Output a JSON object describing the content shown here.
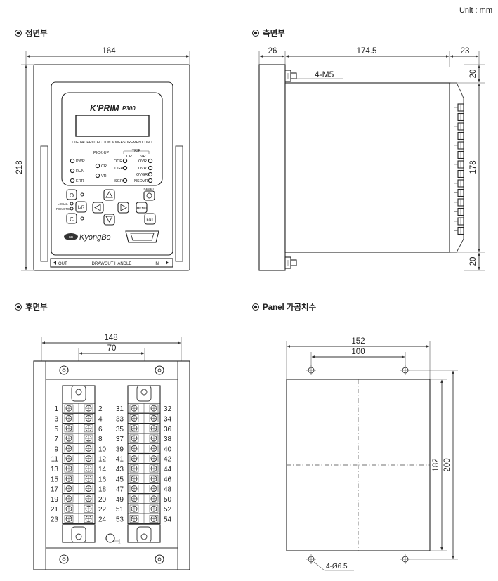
{
  "unit_label": "Unit : mm",
  "sections": {
    "front": {
      "title": "정면부"
    },
    "side": {
      "title": "측면부"
    },
    "rear": {
      "title": "후면부"
    },
    "panel": {
      "title": "Panel 가공치수"
    }
  },
  "front": {
    "dim_width": "164",
    "dim_height": "218",
    "brand": "K'PRIM",
    "model": "P300",
    "subtitle": "DIGITAL PROTECTION & MEASUREMENT UNIT",
    "pickup_label": "PICK-UP",
    "trip_label": "TRIP",
    "cr_header": "CR",
    "vr_header": "VR",
    "leds_left": [
      "PWR",
      "RUN",
      "ERR"
    ],
    "leds_mid": [
      "CR",
      "VR"
    ],
    "leds_trip_left": [
      "OCR",
      "OCGR",
      "SGR"
    ],
    "leds_trip_right": [
      "OVR",
      "UVR",
      "OVGR",
      "NSOVR"
    ],
    "local_label": "LOCAL",
    "remote_label": "REMOTE",
    "btn_l_r": "L/R",
    "btn_o": "O",
    "btn_c": "C",
    "btn_menu": "MENU",
    "btn_ent": "ENT",
    "reset_label": "RESET",
    "logo_text": "KyongBo",
    "handle_out": "OUT",
    "handle_text": "DRAWOUT HANDLE",
    "handle_in": "IN"
  },
  "side": {
    "dim_front": "26",
    "dim_body": "174.5",
    "dim_rear": "23",
    "screw_label": "4-M5",
    "dim_top": "20",
    "dim_mid": "178",
    "dim_bottom": "20"
  },
  "rear": {
    "dim_overall": "148",
    "dim_inner": "70",
    "terminal_left_odd": [
      "1",
      "3",
      "5",
      "7",
      "9",
      "11",
      "13",
      "15",
      "17",
      "19",
      "21",
      "23"
    ],
    "terminal_left_even": [
      "2",
      "4",
      "6",
      "8",
      "10",
      "12",
      "14",
      "16",
      "18",
      "20",
      "22",
      "24"
    ],
    "terminal_right_odd": [
      "31",
      "33",
      "35",
      "37",
      "39",
      "41",
      "43",
      "45",
      "47",
      "49",
      "51",
      "53"
    ],
    "terminal_right_even": [
      "32",
      "34",
      "36",
      "38",
      "40",
      "42",
      "44",
      "46",
      "48",
      "50",
      "52",
      "54"
    ]
  },
  "panel": {
    "dim_overall": "152",
    "dim_holes": "100",
    "dim_cut_height": "182",
    "dim_overall_height": "200",
    "hole_label": "4-Ø6.5"
  },
  "colors": {
    "line": "#333333",
    "accent_led": "#ffffff",
    "background": "#ffffff"
  }
}
